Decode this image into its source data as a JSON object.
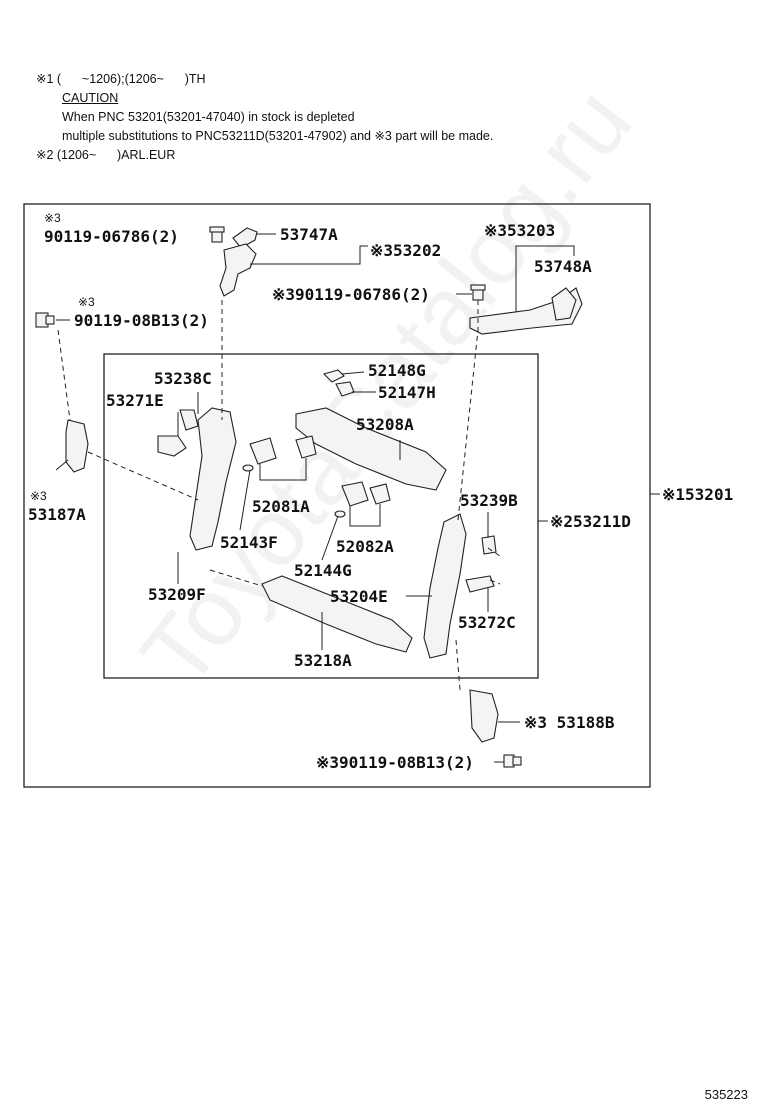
{
  "notes": {
    "line1": "※1 (      ~1206);(1206~      )TH",
    "caution": "CAUTION",
    "line2": "When PNC 53201(53201-47040) in stock is depleted",
    "line3": "multiple substitutions to PNC53211D(53201-47902) and ※3 part will be made.",
    "line4": "※2 (1206~      )ARL.EUR"
  },
  "labels": {
    "l90119a_mark": "※3",
    "l90119a": "90119-06786(2)",
    "l53747a": "53747A",
    "l53202": "※353202",
    "l90119b_mark": "※3",
    "l90119b": "90119-08B13(2)",
    "l90119c": "※390119-06786(2)",
    "l53203": "※353203",
    "l53748a": "53748A",
    "l53238c": "53238C",
    "l53271e": "53271E",
    "l52148g": "52148G",
    "l52147h": "52147H",
    "l53208a": "53208A",
    "l53187a_mark": "※3",
    "l53187a": "53187A",
    "l52081a": "52081A",
    "l53239b": "53239B",
    "l53211d": "※253211D",
    "l53201": "※153201",
    "l52143f": "52143F",
    "l52082a": "52082A",
    "l52144g": "52144G",
    "l53209f": "53209F",
    "l53204e": "53204E",
    "l53272c": "53272C",
    "l53218a": "53218A",
    "l53188b": "※3 53188B",
    "l90119d": "※390119-08B13(2)"
  },
  "watermark": "ToyotaCatalog.ru",
  "figure_number": "535223"
}
